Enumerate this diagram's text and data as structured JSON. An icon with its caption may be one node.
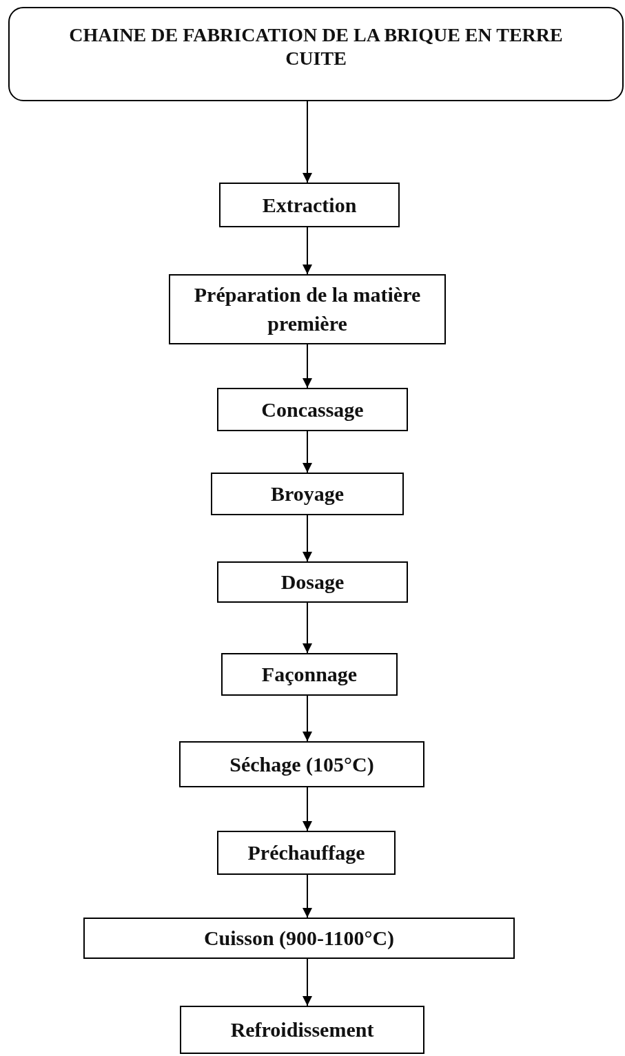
{
  "diagram": {
    "nodes": [
      {
        "text": [
          "CHAINE DE FABRICATION DE LA BRIQUE EN TERRE CUITE"
        ]
      },
      {
        "text": [
          "Extraction"
        ]
      },
      {
        "text": [
          "Préparation de la matière première"
        ]
      },
      {
        "text": [
          "Concassage"
        ]
      },
      {
        "text": [
          "Broyage"
        ]
      },
      {
        "text": [
          "Dosage"
        ]
      },
      {
        "text": [
          "Façonnage"
        ]
      },
      {
        "text": [
          "Séchage (105°C)"
        ]
      },
      {
        "text": [
          "Préchauffage"
        ]
      },
      {
        "text": [
          "Cuisson (900-1100°C)"
        ]
      },
      {
        "text": [
          "Refroidissement"
        ]
      }
    ],
    "edges": [
      {
        "from": 0,
        "to": 1,
        "arrow": "to"
      },
      {
        "from": 1,
        "to": 2,
        "arrow": "to"
      },
      {
        "from": 2,
        "to": 3,
        "arrow": "to"
      },
      {
        "from": 3,
        "to": 4,
        "arrow": "to"
      },
      {
        "from": 4,
        "to": 5,
        "arrow": "to"
      },
      {
        "from": 5,
        "to": 6,
        "arrow": "to"
      },
      {
        "from": 6,
        "to": 7,
        "arrow": "to"
      },
      {
        "from": 7,
        "to": 8,
        "arrow": "to"
      },
      {
        "from": 8,
        "to": 9,
        "arrow": "to"
      },
      {
        "from": 9,
        "to": 10,
        "arrow": "to"
      }
    ]
  }
}
